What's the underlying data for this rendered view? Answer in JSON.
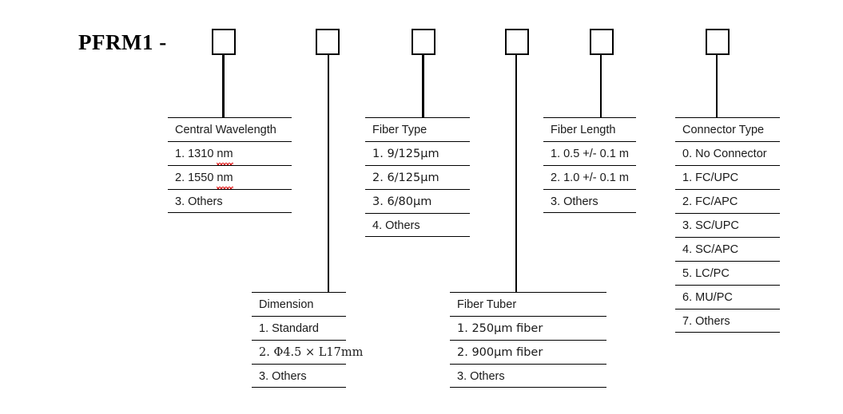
{
  "title": "PFRM1 -",
  "code_boxes": [
    {
      "name": "code-box-central-wavelength",
      "value": ""
    },
    {
      "name": "code-box-dimension",
      "value": ""
    },
    {
      "name": "code-box-fiber-type",
      "value": ""
    },
    {
      "name": "code-box-fiber-tuber",
      "value": ""
    },
    {
      "name": "code-box-fiber-length",
      "value": ""
    },
    {
      "name": "code-box-connector-type",
      "value": ""
    }
  ],
  "tables": {
    "central_wavelength": {
      "header": "Central Wavelength",
      "options": [
        "1. 1310 nm",
        "2. 1550 nm",
        "3. Others"
      ],
      "options_parts": [
        {
          "pre": "1. 1310 ",
          "misspelled": "nm"
        },
        {
          "pre": "2. 1550 ",
          "misspelled": "nm"
        },
        {
          "pre": "3. Others",
          "misspelled": ""
        }
      ]
    },
    "dimension": {
      "header": "Dimension",
      "options": [
        "1. Standard",
        "2. Φ4.5 × L17mm",
        "3. Others"
      ]
    },
    "fiber_type": {
      "header": "Fiber Type",
      "options": [
        "1. 9/125μm",
        "2. 6/125μm",
        "3. 6/80μm",
        "4. Others"
      ]
    },
    "fiber_tuber": {
      "header": "Fiber Tuber",
      "options": [
        "1. 250μm fiber",
        "2. 900μm fiber",
        "3. Others"
      ]
    },
    "fiber_length": {
      "header": "Fiber Length",
      "options": [
        "1. 0.5 +/- 0.1 m",
        "2. 1.0 +/- 0.1 m",
        "3. Others"
      ]
    },
    "connector_type": {
      "header": "Connector Type",
      "options": [
        "0. No Connector",
        "1. FC/UPC",
        "2. FC/APC",
        "3. SC/UPC",
        "4. SC/APC",
        "5. LC/PC",
        "6. MU/PC",
        "7. Others"
      ]
    }
  },
  "colors": {
    "line": "#000000",
    "text": "#1a1a1a",
    "spellcheck": "#e01b1b",
    "background": "#ffffff"
  }
}
